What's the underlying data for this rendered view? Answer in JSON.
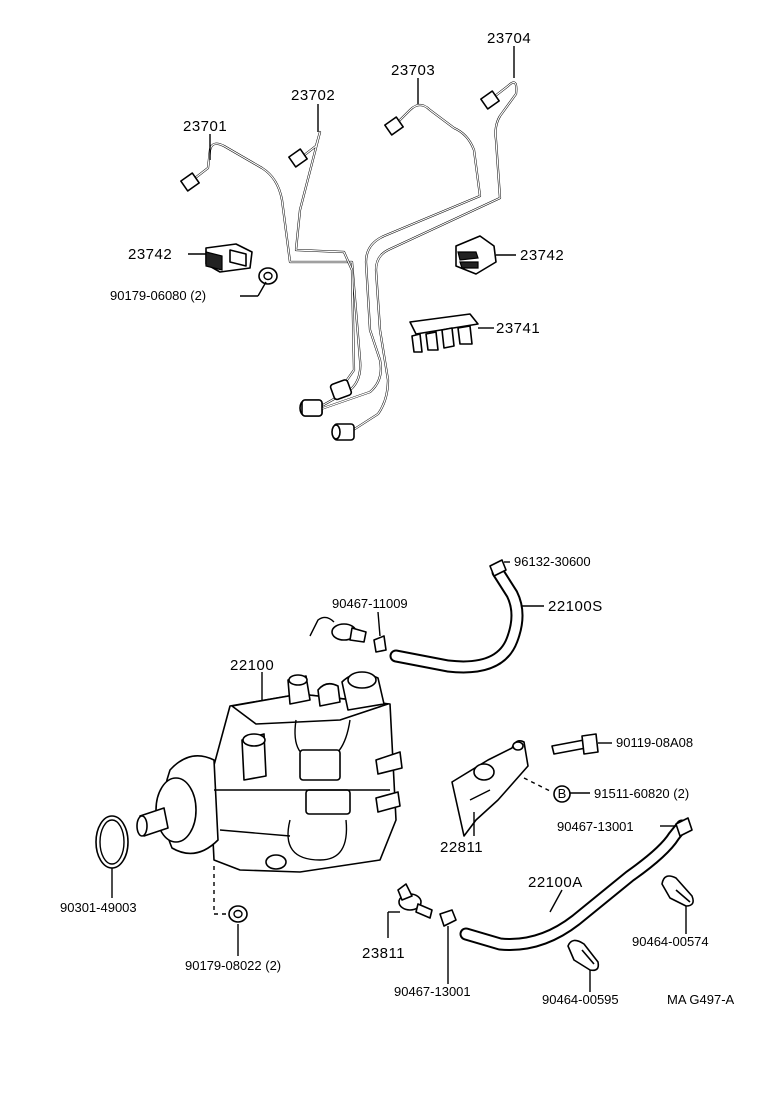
{
  "labels": {
    "l23704": "23704",
    "l23703": "23703",
    "l23702": "23702",
    "l23701": "23701",
    "l23742a": "23742",
    "l23742b": "23742",
    "l90179a": "90179-06080 (2)",
    "l23741": "23741",
    "l96132": "96132-30600",
    "l90467a": "90467-11009",
    "l22100s": "22100S",
    "l22100": "22100",
    "l90119": "90119-08A08",
    "l91511": "91511-60820 (2)",
    "l91511mark": "B",
    "l90467b": "90467-13001",
    "l22811": "22811",
    "l22100a": "22100A",
    "l90301": "90301-49003",
    "l90464a": "90464-00574",
    "l23811": "23811",
    "l90179b": "90179-08022 (2)",
    "l90467c": "90467-13001",
    "l90464b": "90464-00595",
    "ref": "MA G497-A"
  }
}
